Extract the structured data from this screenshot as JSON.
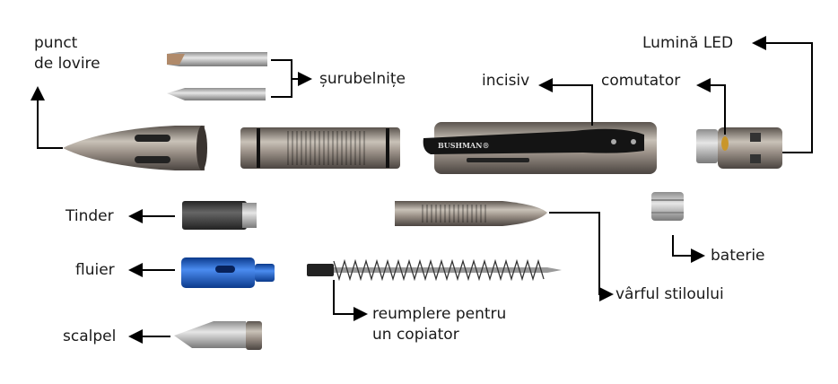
{
  "labels": {
    "strike_point_1": "punct",
    "strike_point_2": "de lovire",
    "screwdrivers": "șurubelnițe",
    "incisor": "incisiv",
    "switch": "comutator",
    "led_light": "Lumină LED",
    "tinder": "Tinder",
    "whistle": "fluier",
    "scalpel": "scalpel",
    "battery": "baterie",
    "pen_tip": "vârful stiloului",
    "refill_1": "reumplere pentru",
    "refill_2": "un copiator"
  },
  "brand_on_clip": "BUSHMAN®",
  "colors": {
    "text": "#1a1a1a",
    "metal": "#8a8178",
    "whistle": "#1f5fc4",
    "line": "#000000"
  }
}
